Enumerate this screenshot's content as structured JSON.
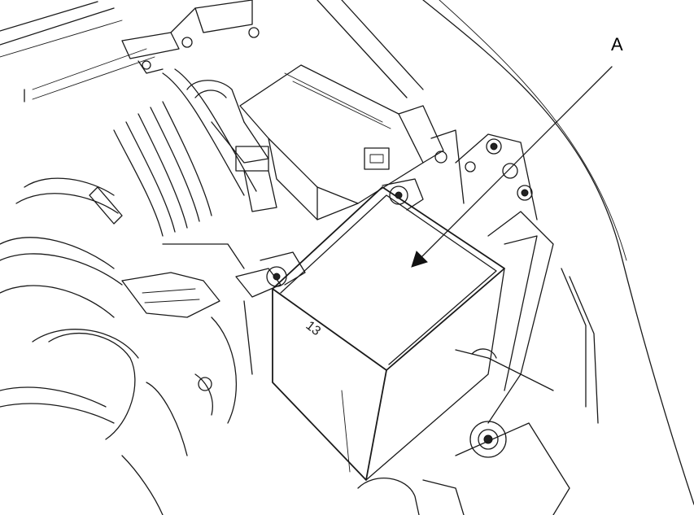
{
  "figure": {
    "callout_label": "A",
    "battery_marking": "13",
    "subject": "battery"
  },
  "colors": {
    "line": "#1a1a1a",
    "background": "#ffffff"
  }
}
